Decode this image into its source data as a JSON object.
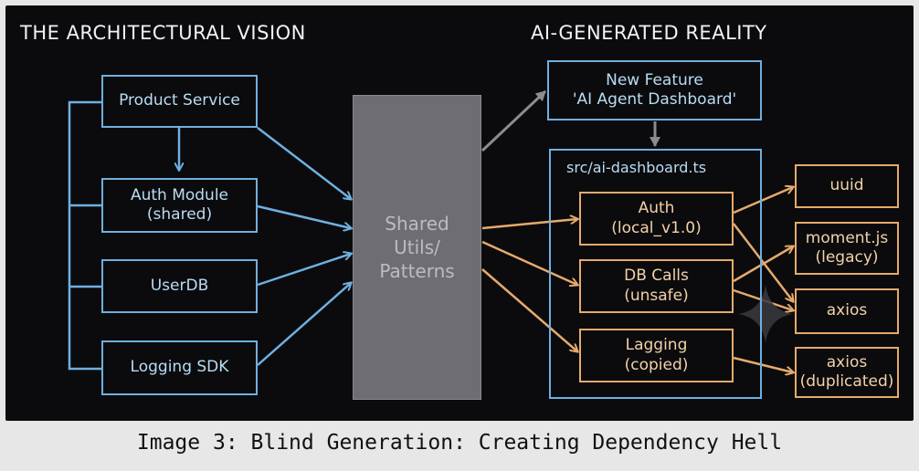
{
  "headers": {
    "left": "THE ARCHITECTURAL VISION",
    "right": "AI-GENERATED REALITY"
  },
  "left_boxes": {
    "product_service": "Product Service",
    "auth_module": "Auth Module\n(shared)",
    "userdb": "UserDB",
    "logging_sdk": "Logging SDK"
  },
  "shared": "Shared\nUtils/\nPatterns",
  "new_feature": "New Feature\n'AI Agent Dashboard'",
  "container_label": "src/ai-dashboard.ts",
  "inner_boxes": {
    "auth": "Auth\n(local_v1.0)",
    "db_calls": "DB Calls\n(unsafe)",
    "logging": "Lagging\n(copied)"
  },
  "deps": {
    "uuid": "uuid",
    "moment": "moment.js\n(legacy)",
    "axios": "axios",
    "axios_dup": "axios\n(duplicated)"
  },
  "caption": "Image 3: Blind Generation: Creating Dependency Hell",
  "colors": {
    "blue": "#6fb0e0",
    "orange": "#e6aa6c",
    "gray_arrow": "#8c8c90",
    "panel": "#0b0b0d"
  }
}
